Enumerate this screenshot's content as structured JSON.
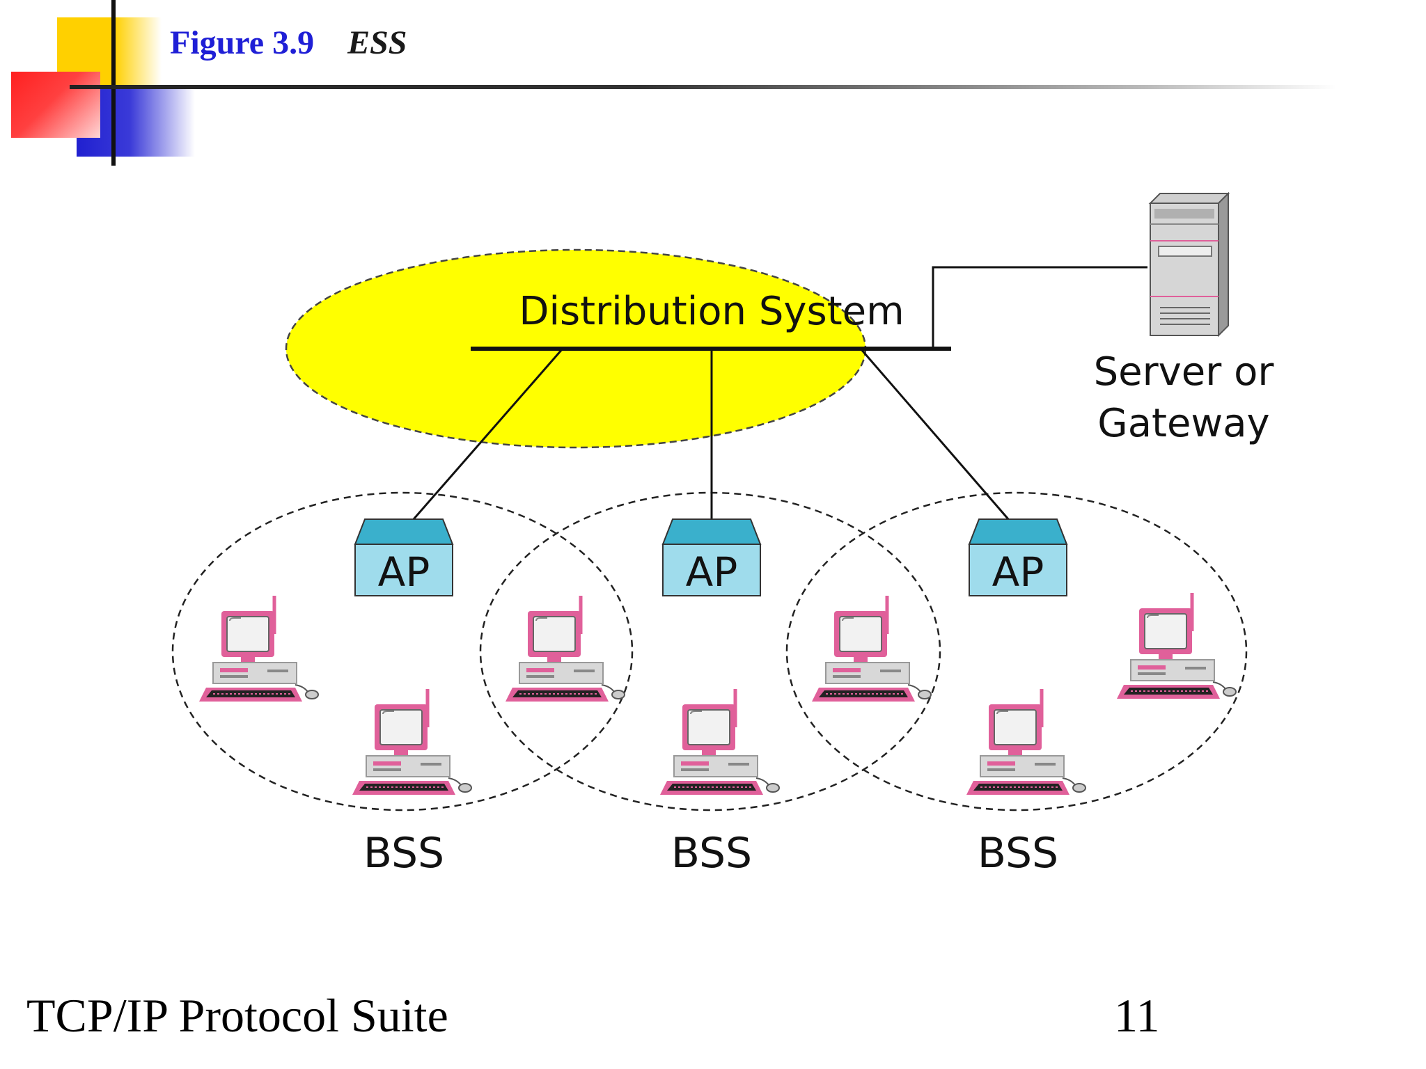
{
  "slide": {
    "figure_label": "Figure 3.9",
    "figure_name": "ESS",
    "footer_title": "TCP/IP Protocol Suite",
    "page_number": "11"
  },
  "diagram": {
    "distribution_system": "Distribution System",
    "server_label_line1": "Server or",
    "server_label_line2": "Gateway",
    "access_points": [
      {
        "label": "AP"
      },
      {
        "label": "AP"
      },
      {
        "label": "AP"
      }
    ],
    "bss": [
      {
        "label": "BSS"
      },
      {
        "label": "BSS"
      },
      {
        "label": "BSS"
      }
    ]
  },
  "colors": {
    "title_blue": "#1f1fd6",
    "ellipse_yellow": "#ffff00",
    "ap_fill": "#9fdcec",
    "ap_top": "#3ab0cc",
    "computer_pink": "#e0609a"
  }
}
